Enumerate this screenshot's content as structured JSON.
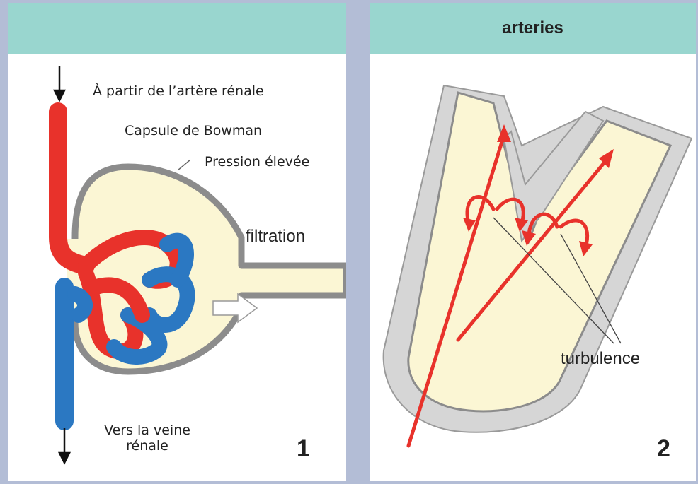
{
  "panel1": {
    "header": "",
    "label_from_artery": "À partir de l’artère rénale",
    "label_capsule": "Capsule de Bowman",
    "label_pressure": "Pression élevée",
    "label_filtration": "filtration",
    "label_to_vein_line1": "Vers la veine",
    "label_to_vein_line2": "rénale",
    "figure_number": "1"
  },
  "panel2": {
    "header": "arteries",
    "label_turbulence": "turbulence",
    "figure_number": "2"
  },
  "colors": {
    "artery": "#e8322b",
    "vein": "#2b78c2",
    "capsule_wall": "#8c8c8c",
    "fluid": "#fbf6d4",
    "header": "#99d6cf",
    "background": "#b3bdd6"
  }
}
